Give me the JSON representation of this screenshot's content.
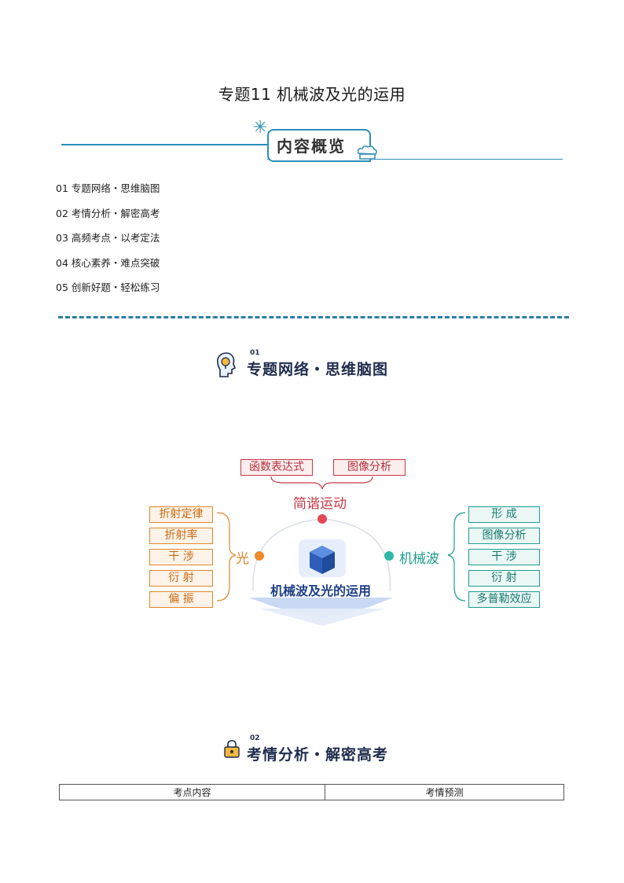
{
  "document": {
    "title": "专题11  机械波及光的运用"
  },
  "overview": {
    "heading": "内容概览",
    "items": [
      "01 专题网络・思维脑图",
      "02 考情分析・解密高考",
      "03 高频考点・以考定法",
      "04 核心素养・难点突破",
      "05 创新好题・轻松练习"
    ]
  },
  "section1": {
    "number": "01",
    "heading": "专题网络・思维脑图",
    "icon": "lightbulb-head-icon"
  },
  "mindmap": {
    "center": "机械波及光的运用",
    "top": {
      "label": "简谐运动",
      "children": [
        "函数表达式",
        "图像分析"
      ]
    },
    "left": {
      "label": "光",
      "children": [
        "折射定律",
        "折射率",
        "干  涉",
        "衍  射",
        "偏  振"
      ]
    },
    "right": {
      "label": "机械波",
      "children": [
        "形  成",
        "图像分析",
        "干  涉",
        "衍  射",
        "多普勒效应"
      ]
    },
    "colors": {
      "red": "#c43a46",
      "orange": "#e0872b",
      "teal": "#1d9c8c",
      "center": "#1e3f86"
    }
  },
  "section2": {
    "number": "02",
    "heading": "考情分析・解密高考",
    "icon": "lock-icon"
  },
  "table": {
    "headers": [
      "考点内容",
      "考情预测"
    ]
  }
}
